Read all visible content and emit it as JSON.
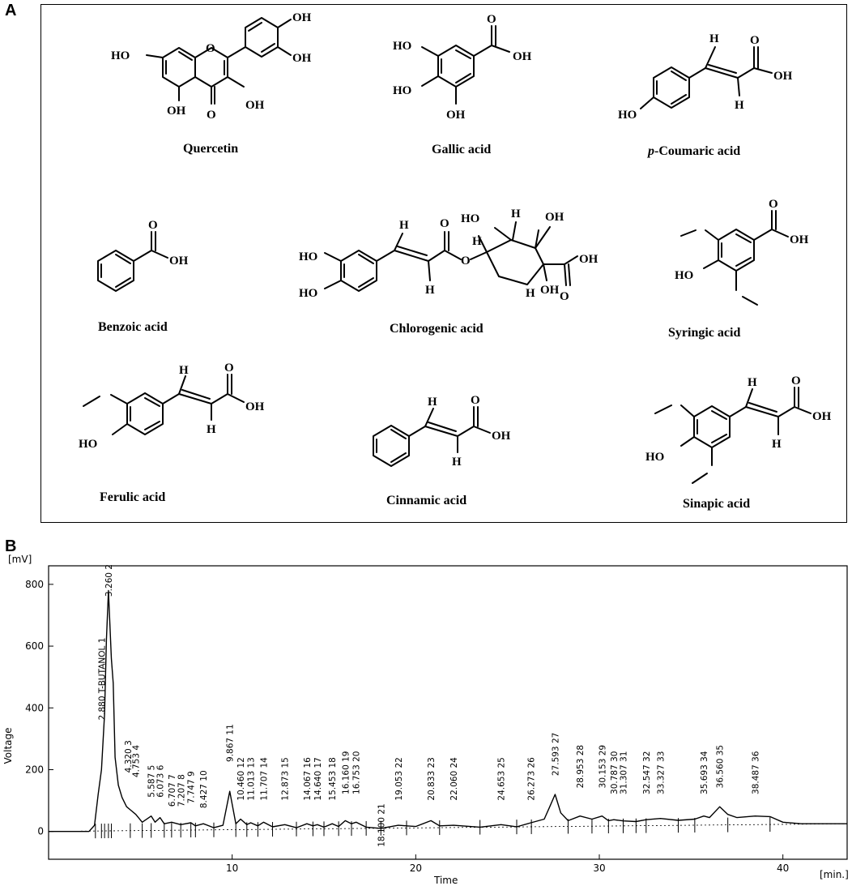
{
  "panel_a": {
    "label": "A",
    "compounds": [
      {
        "name": "Quercetin",
        "italic_prefix": "",
        "atoms": [
          "HO",
          "OH",
          "OH",
          "OH",
          "OH",
          "O",
          "O"
        ]
      },
      {
        "name": "Gallic acid",
        "italic_prefix": "",
        "atoms": [
          "HO",
          "HO",
          "OH",
          "O",
          "OH"
        ]
      },
      {
        "name": "-Coumaric acid",
        "italic_prefix": "p",
        "atoms": [
          "H",
          "H",
          "O",
          "OH",
          "HO"
        ]
      },
      {
        "name": "Benzoic acid",
        "italic_prefix": "",
        "atoms": [
          "O",
          "OH"
        ]
      },
      {
        "name": "Chlorogenic acid",
        "italic_prefix": "",
        "atoms": [
          "HO",
          "HO",
          "H",
          "H",
          "O",
          "O",
          "HO",
          "H",
          "H",
          "OH",
          "H",
          "OH",
          "OH",
          "O"
        ]
      },
      {
        "name": "Syringic acid",
        "italic_prefix": "",
        "atoms": [
          "O",
          "OH",
          "HO"
        ]
      },
      {
        "name": "Ferulic acid",
        "italic_prefix": "",
        "atoms": [
          "H",
          "H",
          "O",
          "OH",
          "HO"
        ]
      },
      {
        "name": "Cinnamic acid",
        "italic_prefix": "",
        "atoms": [
          "H",
          "H",
          "O",
          "OH"
        ]
      },
      {
        "name": "Sinapic acid",
        "italic_prefix": "",
        "atoms": [
          "H",
          "H",
          "O",
          "OH",
          "HO"
        ]
      }
    ]
  },
  "panel_b": {
    "label": "B"
  },
  "chart_data": {
    "type": "line",
    "title": "",
    "xlabel": "Time",
    "ylabel": "Voltage",
    "y_unit": "[mV]",
    "x_unit": "[min.]",
    "xlim": [
      0,
      43.5
    ],
    "ylim": [
      -90,
      860
    ],
    "x_ticks": [
      10,
      20,
      30,
      40
    ],
    "y_ticks": [
      0,
      200,
      400,
      600,
      800
    ],
    "grid": false,
    "legend": "none",
    "series": [
      {
        "points": [
          [
            0,
            0
          ],
          [
            2.2,
            0
          ],
          [
            2.5,
            20
          ],
          [
            2.7,
            120
          ],
          [
            2.88,
            200
          ],
          [
            3.05,
            380
          ],
          [
            3.15,
            620
          ],
          [
            3.26,
            780
          ],
          [
            3.42,
            560
          ],
          [
            3.52,
            480
          ],
          [
            3.62,
            240
          ],
          [
            3.8,
            150
          ],
          [
            4.0,
            110
          ],
          [
            4.25,
            80
          ],
          [
            4.45,
            70
          ],
          [
            4.75,
            55
          ],
          [
            5.1,
            30
          ],
          [
            5.59,
            50
          ],
          [
            5.8,
            30
          ],
          [
            6.07,
            45
          ],
          [
            6.3,
            25
          ],
          [
            6.7,
            30
          ],
          [
            7.2,
            22
          ],
          [
            7.75,
            28
          ],
          [
            8.0,
            18
          ],
          [
            8.43,
            25
          ],
          [
            9.0,
            12
          ],
          [
            9.5,
            20
          ],
          [
            9.87,
            130
          ],
          [
            10.2,
            25
          ],
          [
            10.46,
            40
          ],
          [
            10.8,
            22
          ],
          [
            11.01,
            28
          ],
          [
            11.4,
            18
          ],
          [
            11.71,
            30
          ],
          [
            12.2,
            15
          ],
          [
            12.87,
            22
          ],
          [
            13.5,
            12
          ],
          [
            14.07,
            25
          ],
          [
            14.4,
            18
          ],
          [
            14.64,
            22
          ],
          [
            15.0,
            14
          ],
          [
            15.45,
            25
          ],
          [
            15.8,
            16
          ],
          [
            16.16,
            35
          ],
          [
            16.5,
            25
          ],
          [
            16.75,
            30
          ],
          [
            17.3,
            14
          ],
          [
            18.1,
            10
          ],
          [
            19.05,
            20
          ],
          [
            20.0,
            16
          ],
          [
            20.83,
            35
          ],
          [
            21.3,
            18
          ],
          [
            22.06,
            20
          ],
          [
            23.5,
            14
          ],
          [
            24.65,
            22
          ],
          [
            25.5,
            15
          ],
          [
            26.27,
            28
          ],
          [
            27.0,
            40
          ],
          [
            27.3,
            80
          ],
          [
            27.59,
            120
          ],
          [
            27.9,
            60
          ],
          [
            28.3,
            35
          ],
          [
            28.95,
            50
          ],
          [
            29.6,
            40
          ],
          [
            30.15,
            50
          ],
          [
            30.5,
            35
          ],
          [
            30.79,
            38
          ],
          [
            31.3,
            34
          ],
          [
            32.0,
            32
          ],
          [
            32.55,
            38
          ],
          [
            33.33,
            42
          ],
          [
            34.3,
            36
          ],
          [
            35.2,
            40
          ],
          [
            35.69,
            50
          ],
          [
            36.0,
            45
          ],
          [
            36.56,
            80
          ],
          [
            37.0,
            55
          ],
          [
            37.5,
            45
          ],
          [
            38.49,
            50
          ],
          [
            39.3,
            48
          ],
          [
            40.0,
            30
          ],
          [
            41.0,
            25
          ],
          [
            43.5,
            25
          ]
        ]
      }
    ],
    "baseline": [
      [
        0,
        0
      ],
      [
        43.5,
        25
      ]
    ],
    "markers": [
      2.55,
      2.88,
      3.05,
      3.26,
      3.42,
      4.45,
      5.1,
      5.59,
      6.3,
      6.7,
      7.2,
      7.75,
      8.0,
      9.0,
      10.2,
      10.8,
      11.4,
      12.2,
      13.5,
      14.4,
      15.0,
      15.8,
      16.5,
      17.3,
      18.1,
      19.5,
      21.3,
      23.5,
      25.5,
      26.3,
      28.3,
      29.6,
      30.5,
      31.3,
      32.0,
      32.55,
      34.3,
      35.2,
      37.0,
      39.3
    ],
    "peak_labels": [
      {
        "rt": 2.88,
        "text": "2.880 T-BUTANOL 1",
        "y": 360
      },
      {
        "rt": 3.26,
        "text": "3.260 2",
        "y": 760
      },
      {
        "rt": 4.32,
        "text": "4.320 3",
        "y": 190
      },
      {
        "rt": 4.75,
        "text": "4.753 4",
        "y": 175
      },
      {
        "rt": 5.59,
        "text": "5.587 5",
        "y": 110
      },
      {
        "rt": 6.07,
        "text": "6.073 6",
        "y": 110
      },
      {
        "rt": 6.71,
        "text": "6.707 7",
        "y": 80
      },
      {
        "rt": 7.21,
        "text": "7.207 8",
        "y": 80
      },
      {
        "rt": 7.75,
        "text": "7.747 9",
        "y": 90
      },
      {
        "rt": 8.43,
        "text": "8.427 10",
        "y": 75
      },
      {
        "rt": 9.87,
        "text": "9.867 11",
        "y": 225
      },
      {
        "rt": 10.46,
        "text": "10.460 12",
        "y": 100
      },
      {
        "rt": 11.01,
        "text": "11.013 13",
        "y": 100
      },
      {
        "rt": 11.71,
        "text": "11.707 14",
        "y": 100
      },
      {
        "rt": 12.87,
        "text": "12.873 15",
        "y": 100
      },
      {
        "rt": 14.07,
        "text": "14.067 16",
        "y": 100
      },
      {
        "rt": 14.64,
        "text": "14.640 17",
        "y": 100
      },
      {
        "rt": 15.45,
        "text": "15.453 18",
        "y": 100
      },
      {
        "rt": 16.16,
        "text": "16.160 19",
        "y": 120
      },
      {
        "rt": 16.75,
        "text": "16.753 20",
        "y": 120
      },
      {
        "rt": 18.1,
        "text": "18.100 21",
        "y": -50
      },
      {
        "rt": 19.05,
        "text": "19.053 22",
        "y": 100
      },
      {
        "rt": 20.83,
        "text": "20.833 23",
        "y": 100
      },
      {
        "rt": 22.06,
        "text": "22.060 24",
        "y": 100
      },
      {
        "rt": 24.65,
        "text": "24.653 25",
        "y": 100
      },
      {
        "rt": 26.27,
        "text": "26.273 26",
        "y": 100
      },
      {
        "rt": 27.59,
        "text": "27.593 27",
        "y": 180
      },
      {
        "rt": 28.95,
        "text": "28.953 28",
        "y": 140
      },
      {
        "rt": 30.15,
        "text": "30.153 29",
        "y": 140
      },
      {
        "rt": 30.79,
        "text": "30.787 30",
        "y": 120
      },
      {
        "rt": 31.31,
        "text": "31.307 31",
        "y": 120
      },
      {
        "rt": 32.55,
        "text": "32.547 32",
        "y": 120
      },
      {
        "rt": 33.33,
        "text": "33.327 33",
        "y": 120
      },
      {
        "rt": 35.69,
        "text": "35.693 34",
        "y": 120
      },
      {
        "rt": 36.56,
        "text": "36.560 35",
        "y": 140
      },
      {
        "rt": 38.49,
        "text": "38.487 36",
        "y": 120
      }
    ]
  }
}
